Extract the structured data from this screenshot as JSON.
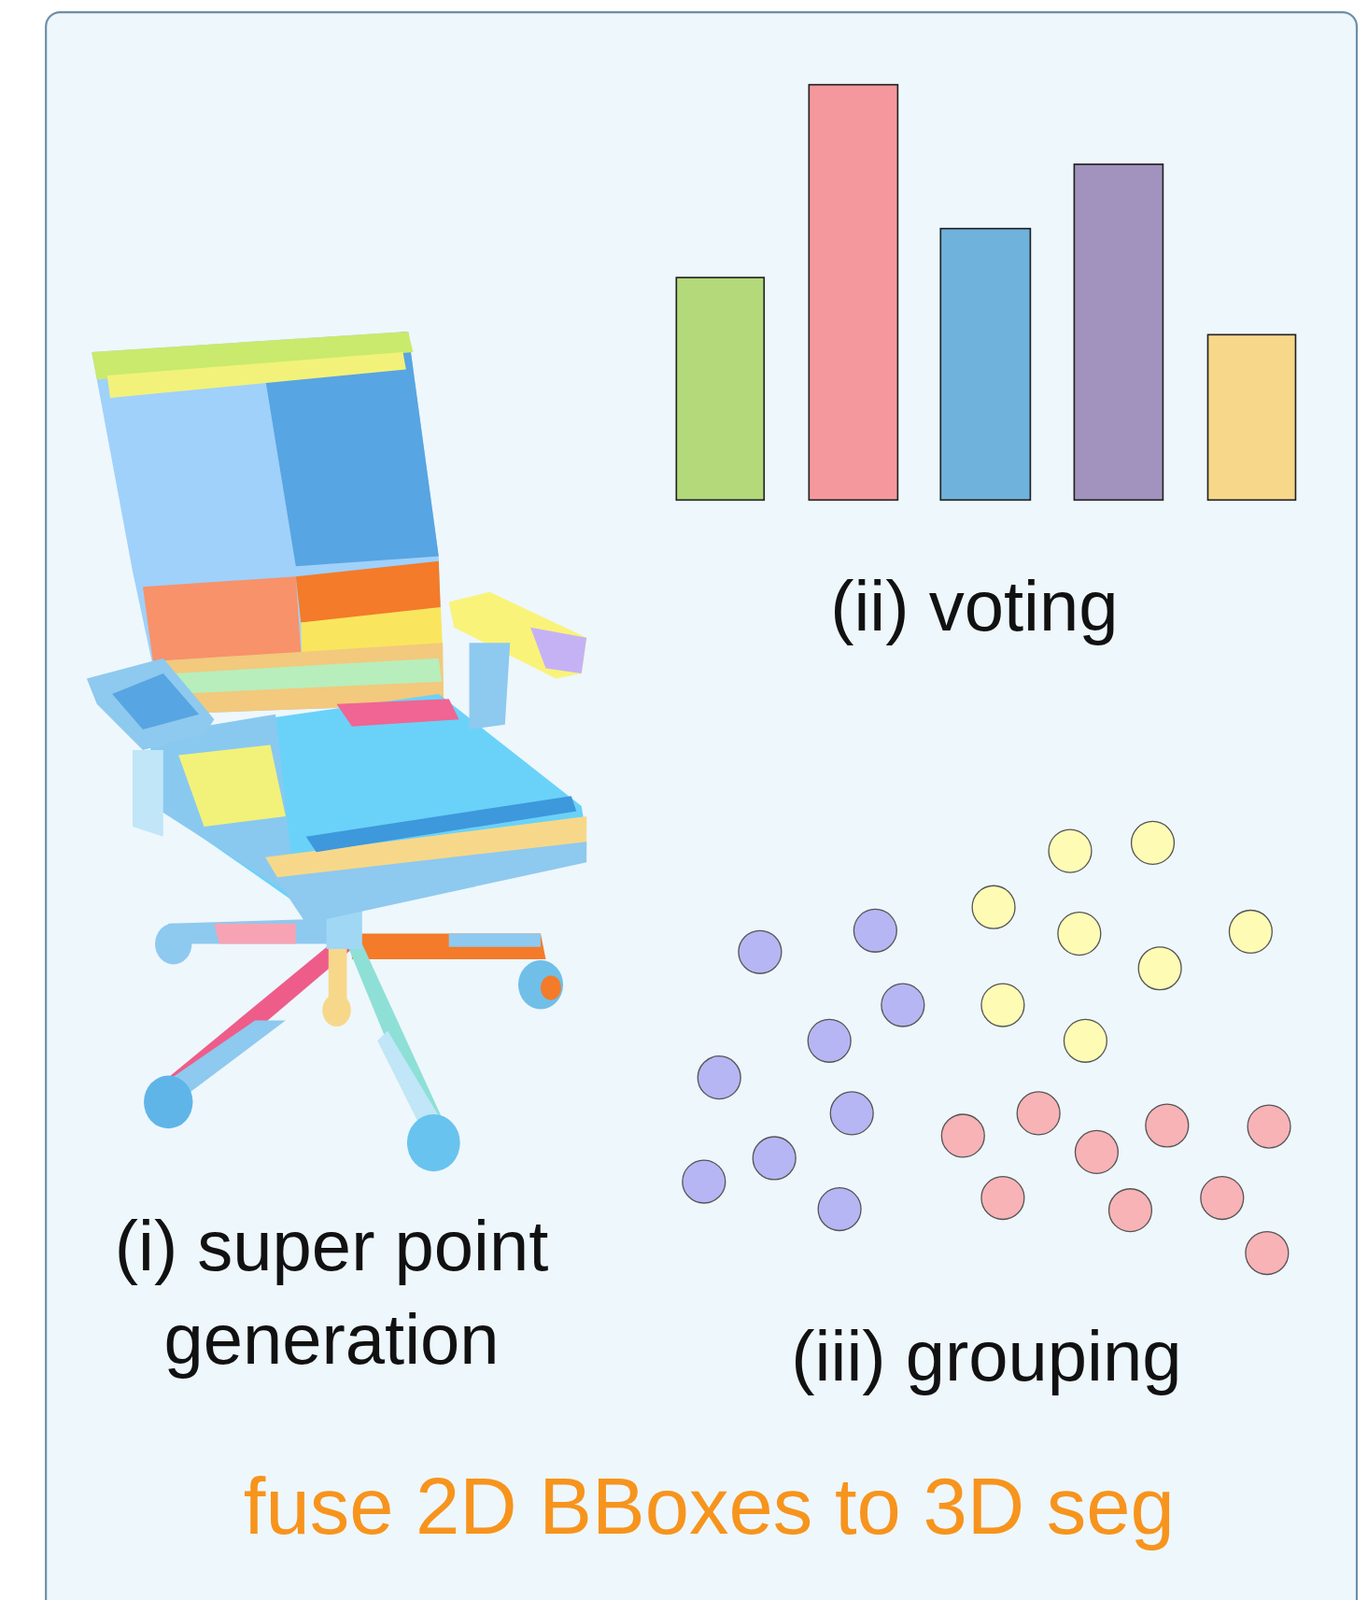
{
  "diagram": {
    "caption": "fuse 2D BBoxes to 3D seg",
    "labels": [
      "(ii) voting",
      "(i) super point generation",
      "(iii) grouping"
    ]
  }
}
